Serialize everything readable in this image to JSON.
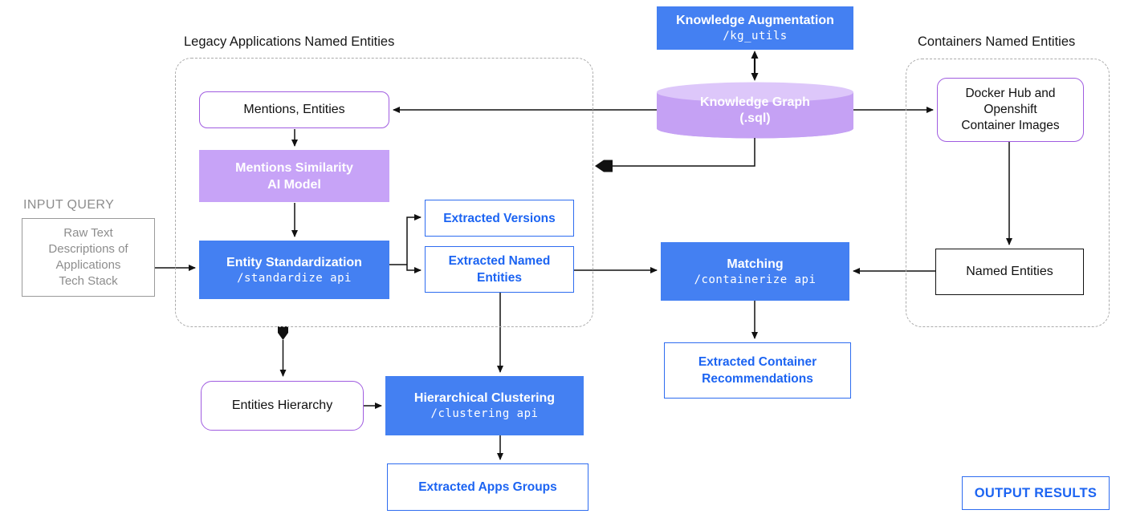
{
  "groups": {
    "legacy": {
      "title": "Legacy Applications Named Entities"
    },
    "containers": {
      "title": "Containers Named Entities"
    }
  },
  "input": {
    "label": "INPUT QUERY",
    "box": "Raw Text\nDescriptions of\nApplications\nTech Stack"
  },
  "nodes": {
    "knowledge_augmentation": {
      "title": "Knowledge Augmentation",
      "api": "/kg_utils"
    },
    "knowledge_graph": {
      "label": "Knowledge Graph\n(.sql)"
    },
    "mentions_entities": {
      "label": "Mentions, Entities"
    },
    "mentions_similarity": {
      "label": "Mentions Similarity\nAI Model"
    },
    "entity_standardization": {
      "title": "Entity Standardization",
      "api": "/standardize api"
    },
    "extracted_versions": {
      "label": "Extracted Versions"
    },
    "extracted_named_entities": {
      "label": "Extracted Named\nEntities"
    },
    "matching": {
      "title": "Matching",
      "api": "/containerize api"
    },
    "extracted_container_recommendations": {
      "label": "Extracted Container\nRecommendations"
    },
    "docker_hub": {
      "label": "Docker Hub and\nOpenshift\nContainer Images"
    },
    "named_entities": {
      "label": "Named Entities"
    },
    "entities_hierarchy": {
      "label": "Entities Hierarchy"
    },
    "hierarchical_clustering": {
      "title": "Hierarchical Clustering",
      "api": "/clustering api"
    },
    "extracted_apps_groups": {
      "label": "Extracted Apps Groups"
    },
    "output_results": {
      "label": "OUTPUT RESULTS"
    }
  },
  "colors": {
    "process_blue_fill": "#4480f2",
    "model_purple_fill": "#c7a3f7",
    "cylinder_body": "#c5a1f4",
    "cylinder_top": "#ddc7fa",
    "purple_border": "#a05ce0",
    "blue_border": "#2e6cf0",
    "blue_text": "#1c64f2",
    "gray_text": "#8d8d8d",
    "line_black": "#111111",
    "dashed_gray": "#ababab"
  },
  "edges": [
    {
      "from": "knowledge_augmentation",
      "to": "knowledge_graph",
      "style": "bidirectional"
    },
    {
      "from": "knowledge_graph",
      "to": "mentions_entities",
      "style": "arrow"
    },
    {
      "from": "knowledge_graph",
      "to": "docker_hub",
      "style": "arrow"
    },
    {
      "from": "knowledge_graph",
      "to": "legacy_group",
      "style": "thick-arrow"
    },
    {
      "from": "input_box",
      "to": "entity_standardization",
      "style": "arrow"
    },
    {
      "from": "mentions_entities",
      "to": "mentions_similarity",
      "style": "arrow"
    },
    {
      "from": "mentions_similarity",
      "to": "entity_standardization",
      "style": "arrow"
    },
    {
      "from": "entity_standardization",
      "to": "extracted_versions",
      "style": "arrow"
    },
    {
      "from": "entity_standardization",
      "to": "extracted_named_entities",
      "style": "arrow"
    },
    {
      "from": "entity_standardization",
      "to": "entities_hierarchy",
      "style": "thick-arrow"
    },
    {
      "from": "extracted_named_entities",
      "to": "matching",
      "style": "arrow"
    },
    {
      "from": "extracted_named_entities",
      "to": "hierarchical_clustering",
      "style": "arrow"
    },
    {
      "from": "docker_hub",
      "to": "named_entities",
      "style": "arrow"
    },
    {
      "from": "named_entities",
      "to": "matching",
      "style": "arrow"
    },
    {
      "from": "matching",
      "to": "extracted_container_recommendations",
      "style": "arrow"
    },
    {
      "from": "entities_hierarchy",
      "to": "hierarchical_clustering",
      "style": "arrow"
    },
    {
      "from": "hierarchical_clustering",
      "to": "extracted_apps_groups",
      "style": "arrow"
    }
  ]
}
